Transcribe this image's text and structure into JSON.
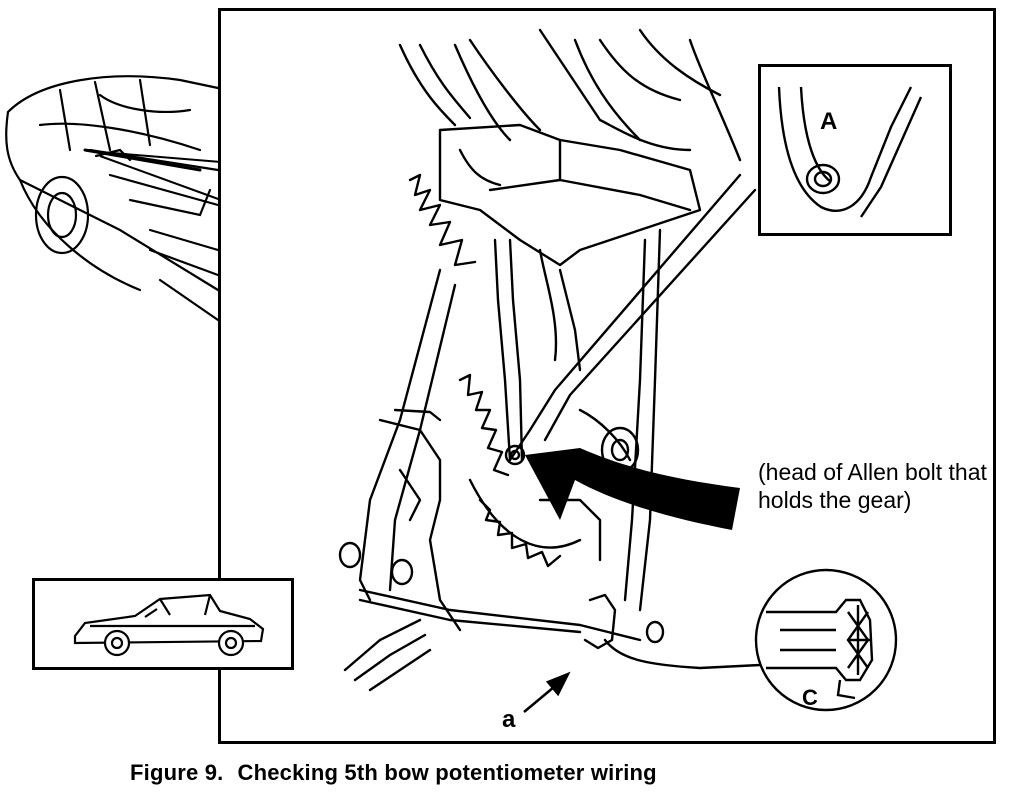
{
  "figure": {
    "caption_number": "Figure 9.",
    "caption_text": "Checking 5th bow potentiometer wiring",
    "callout": "(head of Allen bolt that holds the gear)",
    "label_A": "A",
    "label_C": "C",
    "label_a": "a"
  },
  "colors": {
    "ink": "#000000",
    "paper": "#ffffff"
  }
}
